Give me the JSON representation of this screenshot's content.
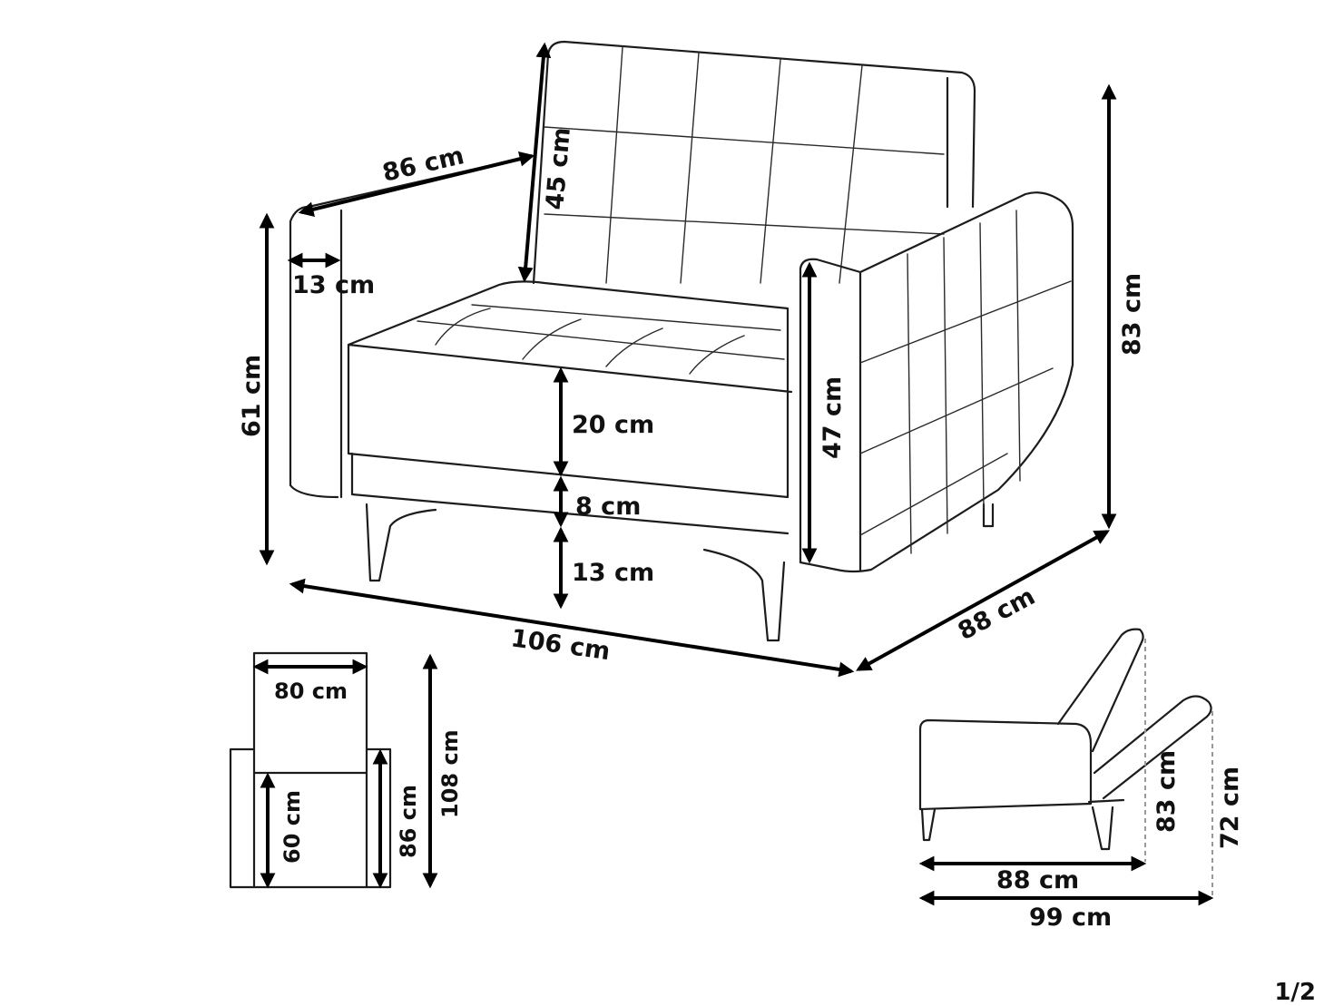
{
  "dimensions": {
    "back_depth": "86 cm",
    "back_height": "45 cm",
    "armrest_width": "13 cm",
    "arm_height": "61 cm",
    "seat_cushion": "20 cm",
    "seat_base": "8 cm",
    "leg_height": "13 cm",
    "seat_height": "47 cm",
    "total_height": "83 cm",
    "total_width": "106 cm",
    "total_depth": "88 cm",
    "top_seat_width": "80 cm",
    "top_seat_depth": "60 cm",
    "top_inner_depth": "86 cm",
    "top_bed_length": "108 cm",
    "side_depth": "88 cm",
    "side_extended": "99 cm",
    "side_height": "83 cm",
    "side_reclined": "72 cm"
  },
  "corner_mark": "1/2"
}
